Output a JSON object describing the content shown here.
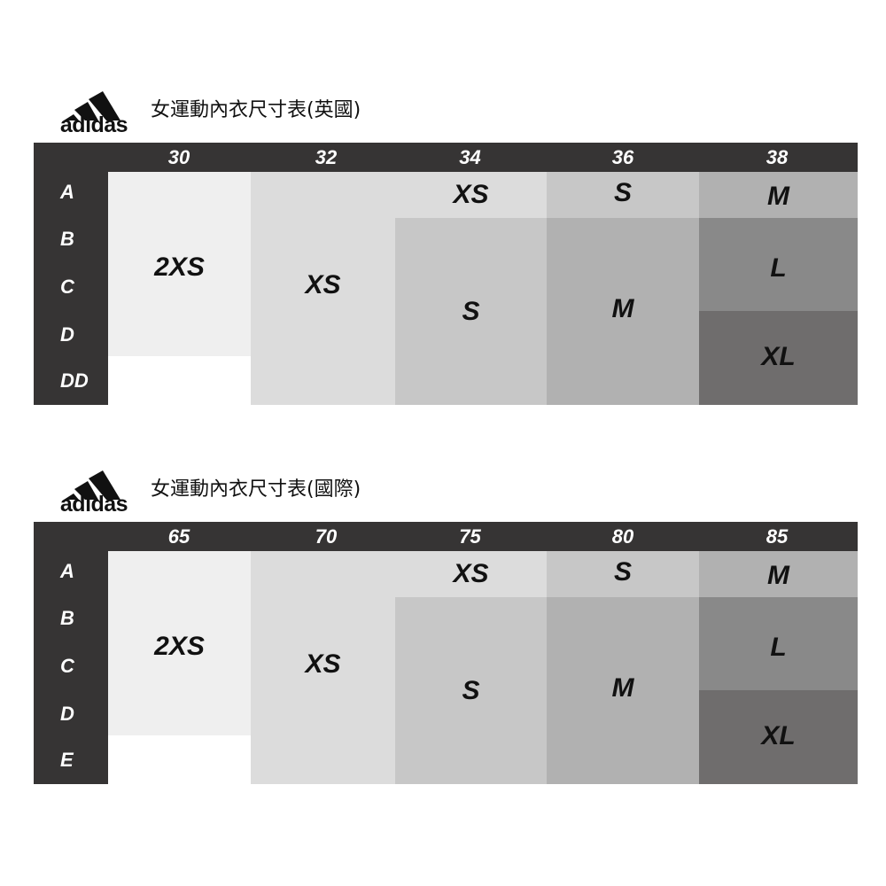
{
  "brand": {
    "logo_text": "adidas"
  },
  "charts": [
    {
      "title": "女運動內衣尺寸表(英國)",
      "band_sizes": [
        "30",
        "32",
        "34",
        "36",
        "38"
      ],
      "cup_sizes": [
        "A",
        "B",
        "C",
        "D",
        "DD"
      ],
      "sizes": [
        "2XS",
        "XS",
        "XS",
        "S",
        "S",
        "M",
        "M",
        "L",
        "XL"
      ]
    },
    {
      "title": "女運動內衣尺寸表(國際)",
      "band_sizes": [
        "65",
        "70",
        "75",
        "80",
        "85"
      ],
      "cup_sizes": [
        "A",
        "B",
        "C",
        "D",
        "E"
      ],
      "sizes": [
        "2XS",
        "XS",
        "XS",
        "S",
        "S",
        "M",
        "M",
        "L",
        "XL"
      ]
    }
  ],
  "colors": {
    "header": "#363434",
    "shade_1": "#efefef",
    "shade_2": "#dcdcdc",
    "shade_3": "#c7c7c7",
    "shade_4": "#b1b1b1",
    "shade_5": "#898989",
    "shade_6": "#6f6d6d"
  }
}
